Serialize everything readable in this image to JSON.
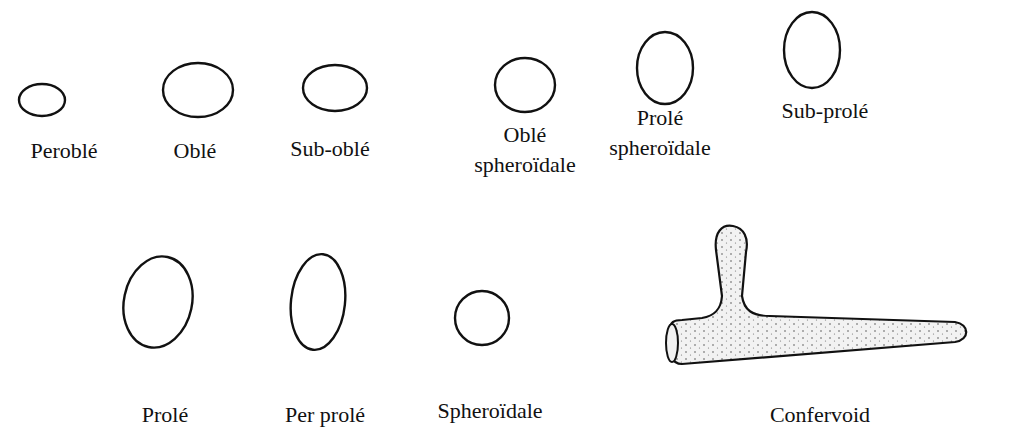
{
  "diagram": {
    "labels": [
      "Peroblé",
      "Oblé",
      "Sub-oblé",
      "Oblé spheroïdale",
      "Prolé spheroïdale",
      "Sub-prolé",
      "Prolé",
      "Per prolé",
      "Spheroïdale",
      "Confervoid"
    ]
  }
}
